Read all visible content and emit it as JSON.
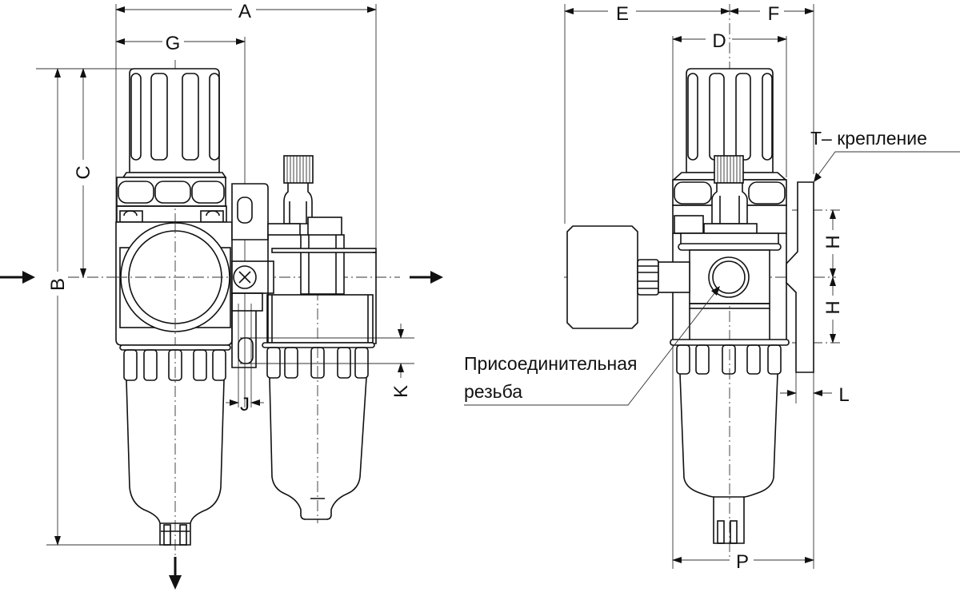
{
  "drawing": {
    "title": "Filter-regulator + lubricator assembly dimensional drawing",
    "dimension_labels": {
      "A": "A",
      "B": "B",
      "C": "C",
      "D": "D",
      "E": "E",
      "F": "F",
      "G": "G",
      "H1": "H",
      "H2": "H",
      "J": "J",
      "K": "K",
      "L": "L",
      "P": "P"
    },
    "callouts": {
      "mount": "T– крепление",
      "thread_line1": "Присоединительная",
      "thread_line2": "резьба"
    },
    "flow_arrows": [
      "inlet",
      "outlet",
      "drain"
    ],
    "colors": {
      "line": "#111111",
      "background": "#ffffff"
    }
  }
}
